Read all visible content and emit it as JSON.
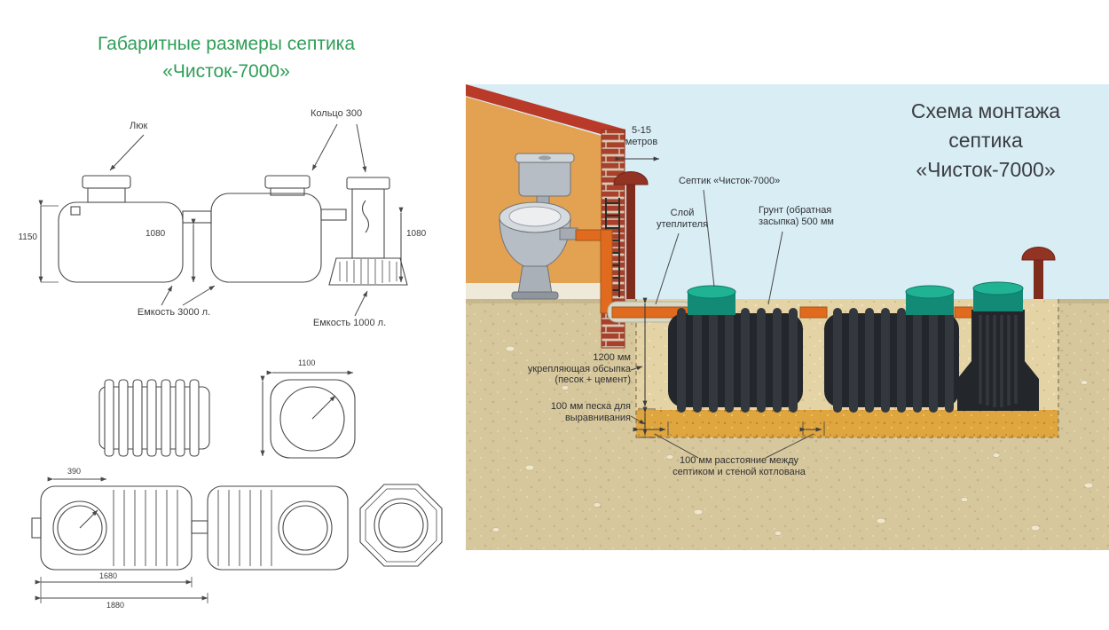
{
  "left": {
    "title": [
      "Габаритные размеры септика",
      "«Чисток-7000»"
    ],
    "callouts": {
      "hatch": "Люк",
      "ring": "Кольцо 300",
      "capacity_3000": "Емкость 3000 л.",
      "capacity_1000": "Емкость 1000 л."
    },
    "dimensions": {
      "height_left": "1150",
      "height_mid": "1080",
      "height_right": "1080",
      "width_top_view": "1100",
      "neck_width": "390",
      "length_body": "1680",
      "length_total": "1880"
    }
  },
  "right": {
    "title": [
      "Схема монтажа",
      "септика",
      "«Чисток-7000»"
    ],
    "labels": {
      "distance": [
        "5-15",
        "метров"
      ],
      "septic": "Септик «Чисток-7000»",
      "insulation": [
        "Слой",
        "утеплителя"
      ],
      "backfill": [
        "Грунт (обратная",
        "засыпка) 500 мм"
      ],
      "bedding": [
        "1200 мм",
        "укрепляющая обсыпка",
        "(песок + цемент)"
      ],
      "leveling_sand": [
        "100 мм песка для",
        "выравнивания"
      ],
      "wall_gap": [
        "100 мм расстояние между",
        "септиком и стеной котлована"
      ]
    }
  },
  "colors": {
    "title_green": "#2f9e58",
    "title_gray": "#3a3d41",
    "sky": "#d9edf5",
    "wall": "#e3a251",
    "roof": "#b93a28",
    "brick": "#a8402c",
    "ground_sand": "#d7c79c",
    "pit_sand": "#e4d3a4",
    "bedding_sand": "#dfa53f",
    "tank_body": "#23272b",
    "tank_lid": "#1fb394",
    "pipe_orange": "#e06b1f",
    "vent_red": "#933323"
  }
}
